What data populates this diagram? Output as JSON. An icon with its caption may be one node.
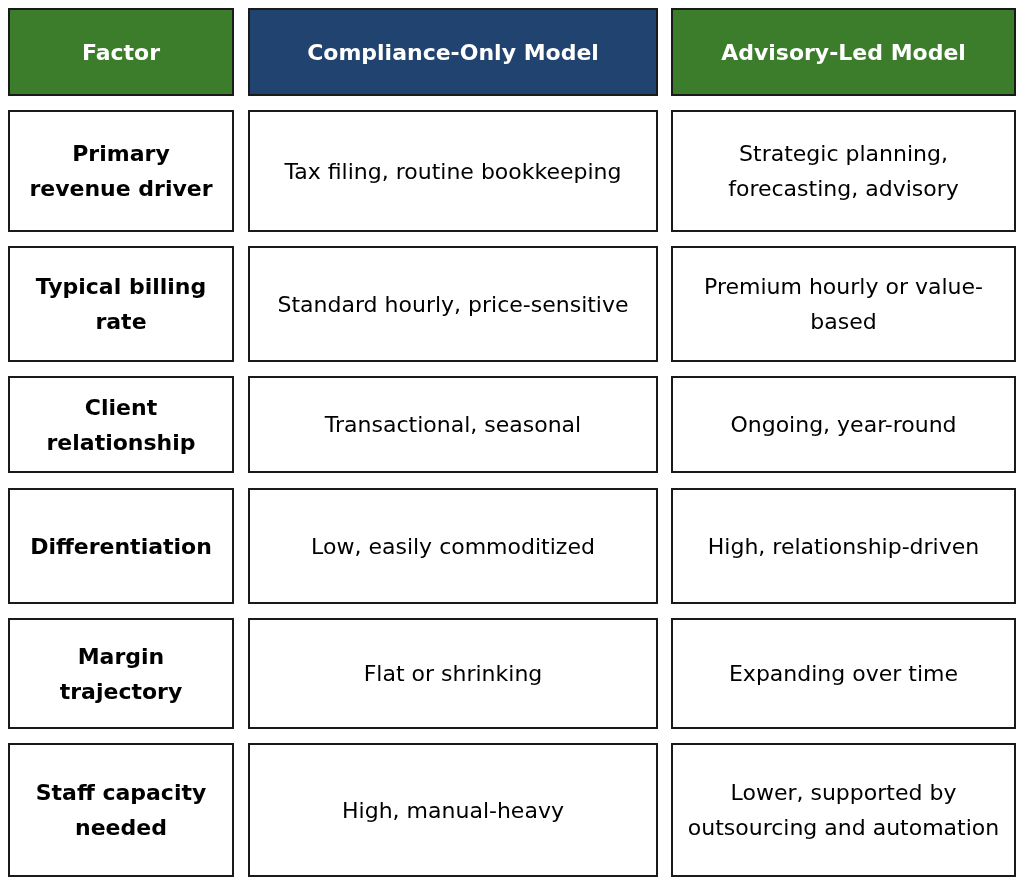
{
  "diagram": {
    "nodes": [
      {
        "text": [
          "Factor"
        ]
      },
      {
        "text": [
          "Compliance-Only Model"
        ]
      },
      {
        "text": [
          "Advisory-Led Model"
        ]
      },
      {
        "text": [
          "Primary revenue driver"
        ]
      },
      {
        "text": [
          "Tax filing, routine bookkeeping"
        ]
      },
      {
        "text": [
          "Strategic planning, forecasting, advisory"
        ]
      },
      {
        "text": [
          "Typical billing rate"
        ]
      },
      {
        "text": [
          "Standard hourly, price-sensitive"
        ]
      },
      {
        "text": [
          "Premium hourly or value-based"
        ]
      },
      {
        "text": [
          "Client relationship"
        ]
      },
      {
        "text": [
          "Transactional, seasonal"
        ]
      },
      {
        "text": [
          "Ongoing, year-round"
        ]
      },
      {
        "text": [
          "Differentiation"
        ]
      },
      {
        "text": [
          "Low, easily commoditized"
        ]
      },
      {
        "text": [
          "High, relationship-driven"
        ]
      },
      {
        "text": [
          "Margin trajectory"
        ]
      },
      {
        "text": [
          "Flat or shrinking"
        ]
      },
      {
        "text": [
          "Expanding over time"
        ]
      },
      {
        "text": [
          "Staff capacity needed"
        ]
      },
      {
        "text": [
          "High, manual-heavy"
        ]
      },
      {
        "text": [
          "Lower, supported by outsourcing and automation"
        ]
      }
    ]
  }
}
